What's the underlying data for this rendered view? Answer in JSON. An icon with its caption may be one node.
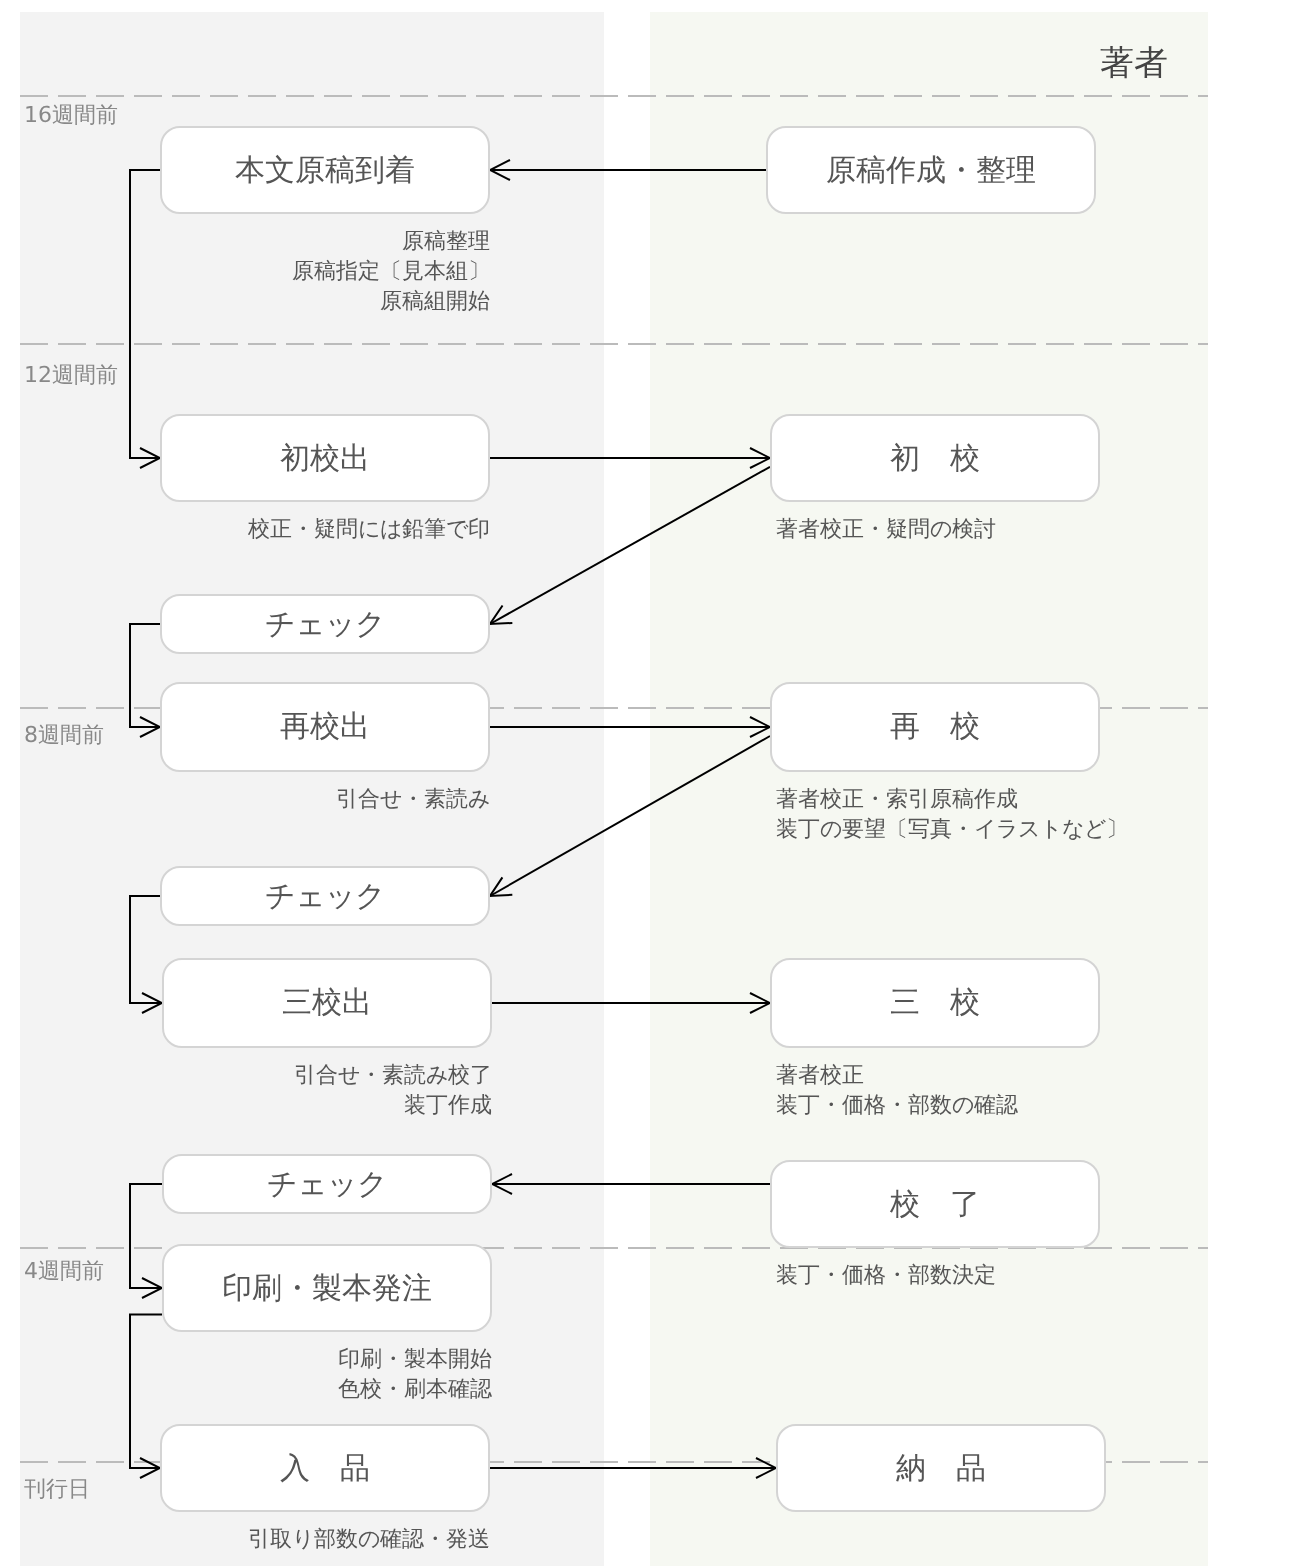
{
  "diagram": {
    "nodes": [
      {
        "text": [],
        "shape": "band"
      },
      {
        "text": [
          "著者"
        ]
      },
      {
        "text": [
          "本文原稿到着"
        ],
        "in": 0,
        "beside": [
          "原稿整理",
          "原稿指定〔見本組〕",
          "原稿組開始"
        ]
      },
      {
        "text": [
          "原稿作成・整理"
        ],
        "in": 1
      },
      {
        "text": [
          "初校出"
        ],
        "in": 0,
        "beside": [
          "校正・疑問には鉛筆で印"
        ]
      },
      {
        "text": [
          "初　校"
        ],
        "in": 1,
        "beside": [
          "著者校正・疑問の検討"
        ]
      },
      {
        "text": [
          "チェック"
        ],
        "in": 0
      },
      {
        "text": [
          "再校出"
        ],
        "in": 0,
        "beside": [
          "引合せ・素読み"
        ]
      },
      {
        "text": [
          "再　校"
        ],
        "in": 1,
        "beside": [
          "著者校正・索引原稿作成",
          "装丁の要望〔写真・イラストなど〕"
        ]
      },
      {
        "text": [
          "チェック"
        ],
        "in": 0
      },
      {
        "text": [
          "三校出"
        ],
        "in": 0,
        "beside": [
          "引合せ・素読み校了",
          "装丁作成"
        ]
      },
      {
        "text": [
          "三　校"
        ],
        "in": 1,
        "beside": [
          "著者校正",
          "装丁・価格・部数の確認"
        ]
      },
      {
        "text": [
          "チェック"
        ],
        "in": 0
      },
      {
        "text": [
          "校　了"
        ],
        "in": 1,
        "beside": [
          "装丁・価格・部数決定"
        ]
      },
      {
        "text": [
          "印刷・製本発注"
        ],
        "in": 0,
        "beside": [
          "印刷・製本開始",
          "色校・刷本確認"
        ]
      },
      {
        "text": [
          "入　品"
        ],
        "in": 0,
        "beside": [
          "引取り部数の確認・発送"
        ]
      },
      {
        "text": [
          "納　品"
        ],
        "in": 1
      }
    ],
    "edges": [
      {
        "from": 3,
        "to": 2,
        "arrow": "to"
      },
      {
        "from": 2,
        "to": 4,
        "arrow": "to"
      },
      {
        "from": 4,
        "to": 5,
        "arrow": "to"
      },
      {
        "from": 5,
        "to": 6,
        "arrow": "to"
      },
      {
        "from": 6,
        "to": 7,
        "arrow": "to"
      },
      {
        "from": 7,
        "to": 8,
        "arrow": "to"
      },
      {
        "from": 8,
        "to": 9,
        "arrow": "to"
      },
      {
        "from": 9,
        "to": 10,
        "arrow": "to"
      },
      {
        "from": 10,
        "to": 11,
        "arrow": "to"
      },
      {
        "from": 13,
        "to": 12,
        "arrow": "to"
      },
      {
        "from": 12,
        "to": 14,
        "arrow": "to"
      },
      {
        "from": 14,
        "to": 15,
        "arrow": "to"
      },
      {
        "from": 15,
        "to": 16,
        "arrow": "to"
      }
    ],
    "labels": [
      "16週間前",
      "12週間前",
      "8週間前",
      "4週間前",
      "刊行日"
    ]
  }
}
